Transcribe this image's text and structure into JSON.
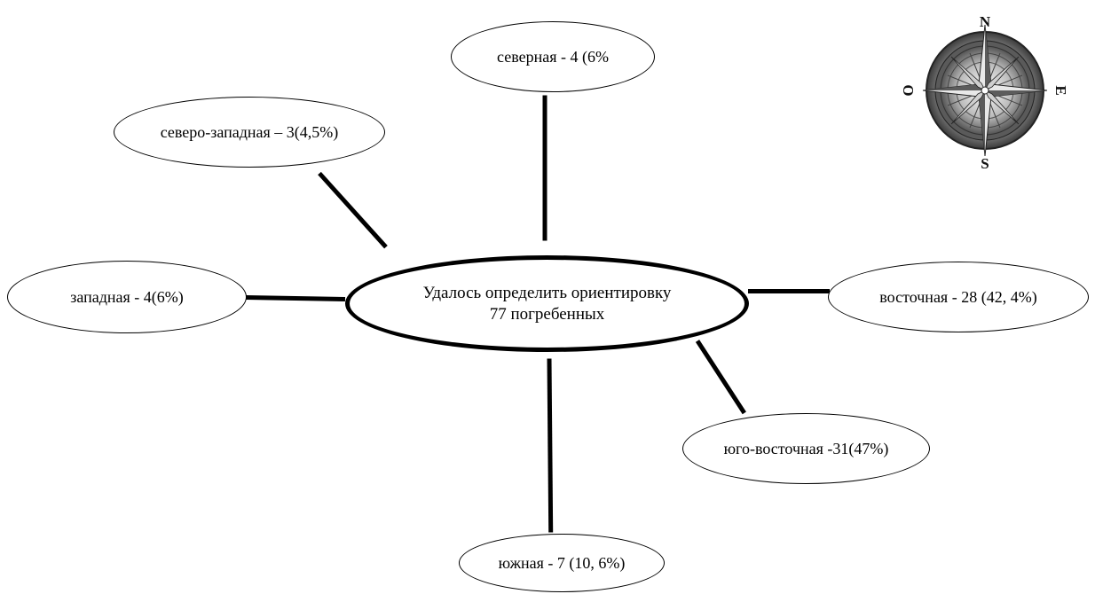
{
  "diagram": {
    "center": {
      "line1": "Удалось определить ориентировку",
      "line2": "77 погребенных"
    },
    "nodes": {
      "north": "северная - 4 (6%",
      "northwest": "северо-западная – 3(4,5%)",
      "west": "западная - 4(6%)",
      "east": "восточная - 28 (42, 4%)",
      "southeast": "юго-восточная -31(47%)",
      "south": "южная - 7 (10, 6%)"
    }
  },
  "compass": {
    "icon": "compass-rose-icon",
    "north": "N",
    "east": "E",
    "south": "S",
    "west": "O"
  }
}
